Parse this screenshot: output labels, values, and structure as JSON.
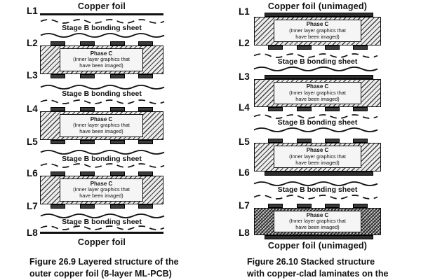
{
  "figure_left": {
    "top_label": "Copper foil",
    "bottom_label": "Copper foil",
    "bonding_sheet": "Stage B bonding sheet",
    "phase": {
      "title": "Phase C",
      "line2": "(Inner layer graphics that",
      "line3": "have been imaged)"
    },
    "layers": [
      "L1",
      "L2",
      "L3",
      "L4",
      "L5",
      "L6",
      "L7",
      "L8"
    ],
    "caption": [
      "Figure 26.9 Layered structure of the",
      "outer copper foil (8-layer ML-PCB)"
    ]
  },
  "figure_right": {
    "top_label": "Copper foil (unimaged)",
    "bottom_label": "Copper foil (unimaged)",
    "bonding_sheet": "Stage B bonding sheet",
    "phase": {
      "title": "Phase C",
      "line2": "(Inner layer graphics that",
      "line3": "have been imaged)"
    },
    "layers": [
      "L1",
      "L2",
      "L3",
      "L4",
      "L5",
      "L6",
      "L7",
      "L8"
    ],
    "caption": [
      "Figure 26.10 Stacked structure",
      "with copper-clad laminates on the"
    ]
  },
  "colors": {
    "ink": "#111111",
    "pad_fill": "#3a3a3a",
    "hatch_background": "#ececec",
    "phase_box_background": "#f5f5f5"
  }
}
